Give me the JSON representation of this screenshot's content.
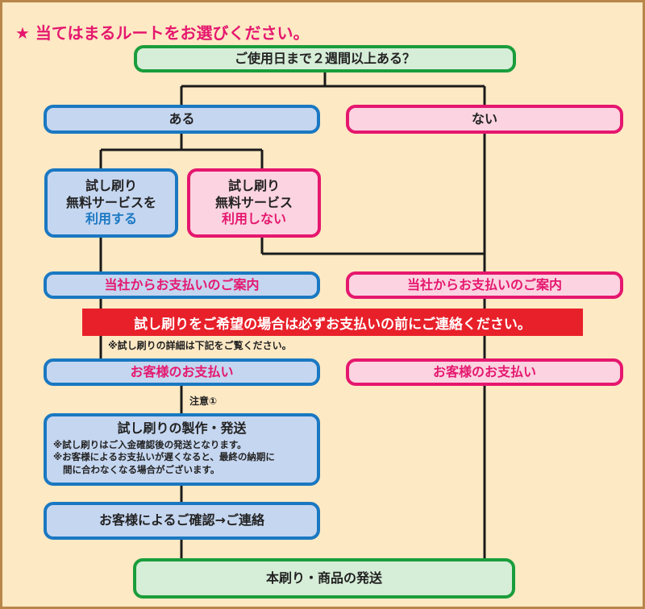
{
  "heading": "★ 当てはまるルートをお選びください。",
  "question": "ご使用日まで２週間以上ある？",
  "yes_label": "ある",
  "no_label": "ない",
  "trial_use": {
    "line1": "試し刷り",
    "line2": "無料サービスを",
    "line3": "利用する"
  },
  "trial_no_use": {
    "line1": "試し刷り",
    "line2": "無料サービス",
    "line3": "利用しない"
  },
  "payment_guide_left": "当社からお支払いのご案内",
  "payment_guide_right": "当社からお支払いのご案内",
  "banner": "試し刷りをご希望の場合は必ずお支払いの前にご連絡ください。",
  "detail_note": "※試し刷りの詳細は下記をご覧ください。",
  "customer_payment_left": "お客様のお支払い",
  "customer_payment_right": "お客様のお支払い",
  "caution": "注意①",
  "production": {
    "title": "試し刷りの製作・発送",
    "note1": "※試し刷りはご入金確認後の発送となります。",
    "note2": "※お客様によるお支払いが遅くなると、最終の納期に",
    "note3": "間に合わなくなる場合がございます。"
  },
  "confirm": "お客様によるご確認→ご連絡",
  "final": "本刷り・商品の発送",
  "colors": {
    "green": "#1a9d3c",
    "blue": "#1a78c2",
    "pink": "#e5176e",
    "banner": "#e8202a",
    "background": "#fde9c4"
  }
}
